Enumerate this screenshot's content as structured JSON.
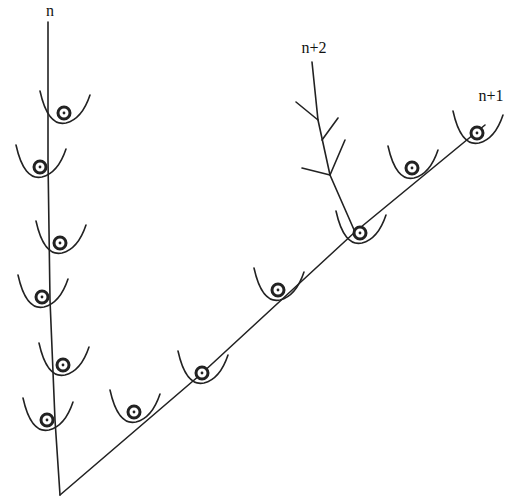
{
  "diagram": {
    "labels": [
      "n",
      "n+2",
      "n+1"
    ]
  }
}
